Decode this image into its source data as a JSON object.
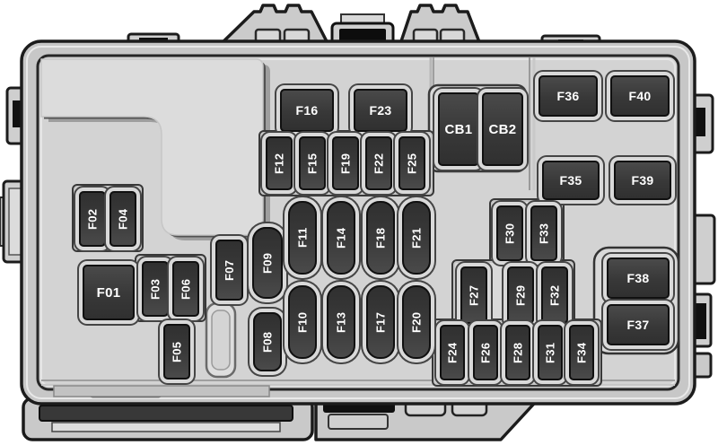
{
  "diagram": {
    "type": "fuse-box-layout",
    "colors": {
      "fuse_body": "#3b3b3b",
      "fuse_text": "#ffffff",
      "housing": "#c7c7c7",
      "inner_panel": "#d3d3d3",
      "platform": "#dcdcdc",
      "outline": "#1c1c1c"
    }
  },
  "labels": {
    "f01": "F01",
    "f02": "F02",
    "f03": "F03",
    "f04": "F04",
    "f05": "F05",
    "f06": "F06",
    "f07": "F07",
    "f08": "F08",
    "f09": "F09",
    "f10": "F10",
    "f11": "F11",
    "f12": "F12",
    "f13": "F13",
    "f14": "F14",
    "f15": "F15",
    "f16": "F16",
    "f17": "F17",
    "f18": "F18",
    "f19": "F19",
    "f20": "F20",
    "f21": "F21",
    "f22": "F22",
    "f23": "F23",
    "f24": "F24",
    "f25": "F25",
    "f26": "F26",
    "f27": "F27",
    "f28": "F28",
    "f29": "F29",
    "f30": "F30",
    "f31": "F31",
    "f32": "F32",
    "f33": "F33",
    "f34": "F34",
    "f35": "F35",
    "f36": "F36",
    "f37": "F37",
    "f38": "F38",
    "f39": "F39",
    "f40": "F40",
    "cb1": "CB1",
    "cb2": "CB2"
  }
}
